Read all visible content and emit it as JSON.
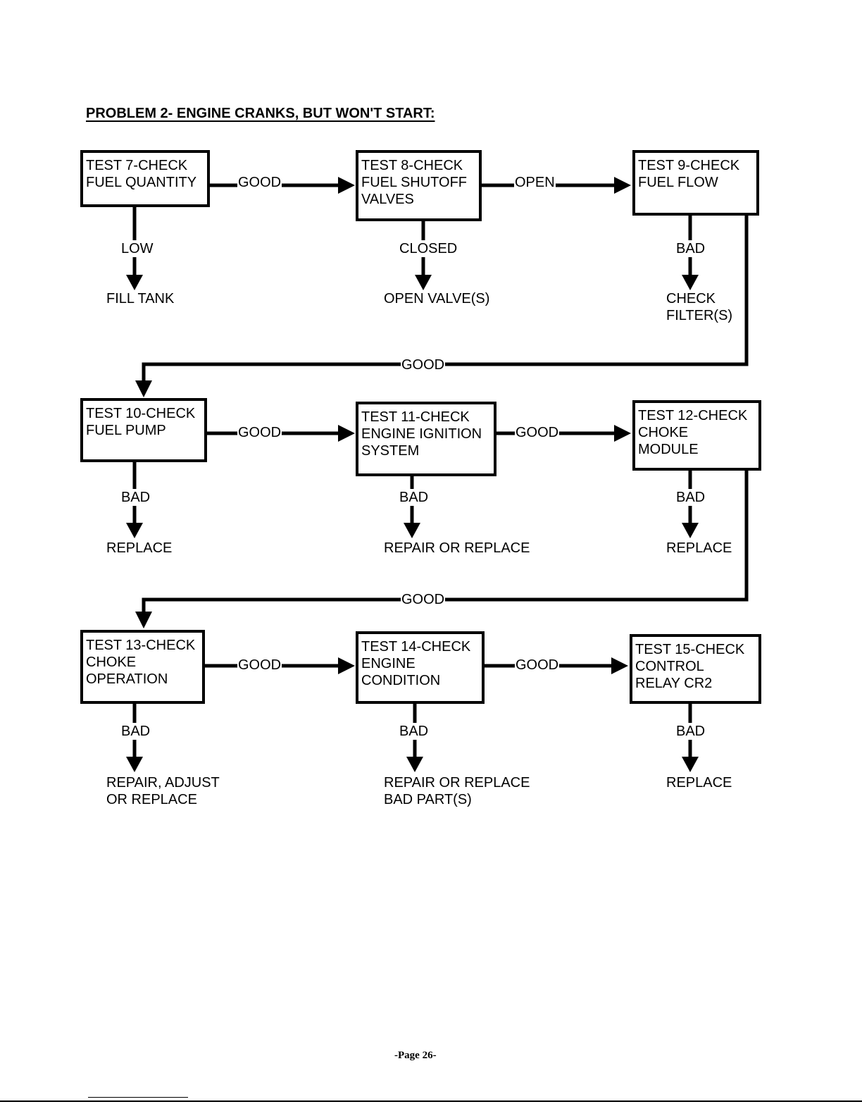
{
  "title": "PROBLEM 2- ENGINE CRANKS, BUT WON'T START:",
  "tests": [
    {
      "label": "TEST 7-CHECK\nFUEL QUANTITY",
      "fail": "LOW",
      "action": "FILL TANK"
    },
    {
      "label": "TEST 8-CHECK\nFUEL SHUTOFF\nVALVES",
      "fail": "CLOSED",
      "action": "OPEN VALVE(S)"
    },
    {
      "label": "TEST 9-CHECK\nFUEL FLOW",
      "fail": "BAD",
      "action": "CHECK\nFILTER(S)"
    },
    {
      "label": "TEST 10-CHECK\nFUEL PUMP",
      "fail": "BAD",
      "action": "REPLACE"
    },
    {
      "label": "TEST 11-CHECK\nENGINE IGNITION\nSYSTEM",
      "fail": "BAD",
      "action": "REPAIR OR REPLACE"
    },
    {
      "label": "TEST 12-CHECK\nCHOKE\nMODULE",
      "fail": "BAD",
      "action": "REPLACE"
    },
    {
      "label": "TEST 13-CHECK\nCHOKE\nOPERATION",
      "fail": "BAD",
      "action": "REPAIR, ADJUST\nOR REPLACE"
    },
    {
      "label": "TEST 14-CHECK\nENGINE\nCONDITION",
      "fail": "BAD",
      "action": "REPAIR OR REPLACE\nBAD PART(S)"
    },
    {
      "label": "TEST 15-CHECK\nCONTROL\nRELAY CR2",
      "fail": "BAD",
      "action": "REPLACE"
    }
  ],
  "links": [
    {
      "from": 0,
      "to": 1,
      "label": "GOOD"
    },
    {
      "from": 1,
      "to": 2,
      "label": "OPEN"
    },
    {
      "from": 2,
      "to": 3,
      "label": "GOOD"
    },
    {
      "from": 3,
      "to": 4,
      "label": "GOOD"
    },
    {
      "from": 4,
      "to": 5,
      "label": "GOOD"
    },
    {
      "from": 5,
      "to": 6,
      "label": "GOOD"
    },
    {
      "from": 6,
      "to": 7,
      "label": "GOOD"
    },
    {
      "from": 7,
      "to": 8,
      "label": "GOOD"
    }
  ],
  "footer": "-Page 26-"
}
